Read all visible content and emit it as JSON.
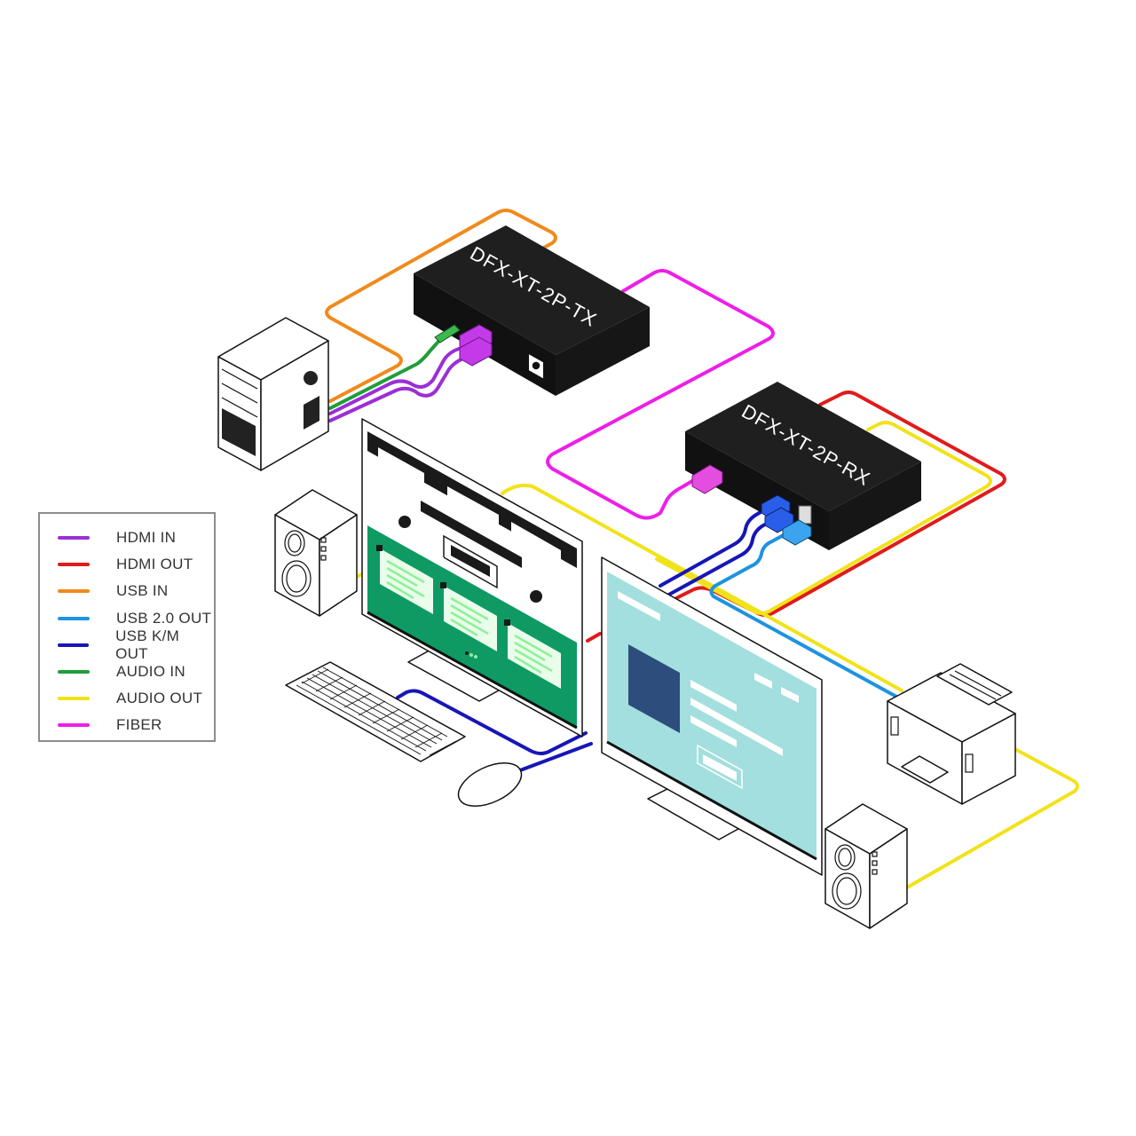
{
  "devices": {
    "transmitter": {
      "label": "DFX-XT-2P-TX"
    },
    "receiver": {
      "label": "DFX-XT-2P-RX"
    }
  },
  "components": {
    "computer": "computer-tower",
    "speaker_left": "speaker",
    "speaker_right": "speaker",
    "monitor_left": "monitor",
    "monitor_right": "monitor",
    "keyboard": "keyboard",
    "mouse": "mouse",
    "printer": "printer"
  },
  "legend": {
    "items": [
      {
        "label": "HDMI IN",
        "color": "#9b2fd6"
      },
      {
        "label": "HDMI OUT",
        "color": "#e01b1b"
      },
      {
        "label": "USB IN",
        "color": "#f08a1c"
      },
      {
        "label": "USB 2.0 OUT",
        "color": "#1e93e0"
      },
      {
        "label": "USB K/M OUT",
        "color": "#1616b8"
      },
      {
        "label": "AUDIO IN",
        "color": "#1f9e3a"
      },
      {
        "label": "AUDIO OUT",
        "color": "#f2e21a"
      },
      {
        "label": "FIBER",
        "color": "#ee1ee8"
      }
    ]
  },
  "colors": {
    "monitor_left_screen": "#0f9a63",
    "monitor_right_screen": "#a2dfde",
    "monitor_right_block": "#2d4e7c",
    "card": "#e9fdea",
    "card_lines": "#8ff09a"
  }
}
